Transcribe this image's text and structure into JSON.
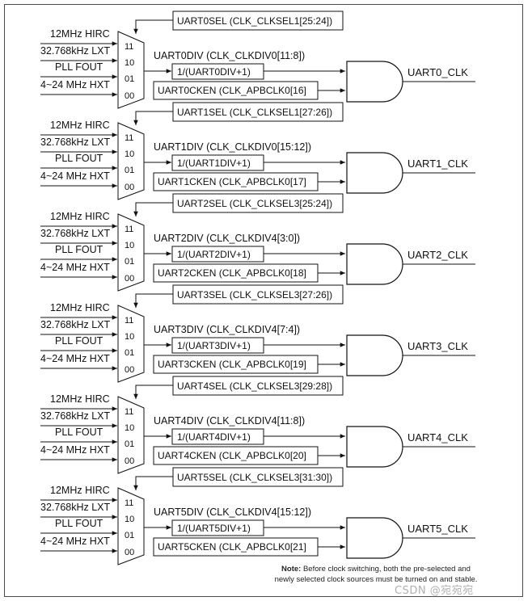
{
  "inputs": [
    "12MHz HIRC",
    "32.768kHz LXT",
    "PLL FOUT",
    "4~24 MHz HXT"
  ],
  "mux_codes": [
    "11",
    "10",
    "01",
    "00"
  ],
  "channels": [
    {
      "sel_label": "UART0SEL (CLK_CLKSEL1[25:24])",
      "div_title": "UART0DIV (CLK_CLKDIV0[11:8])",
      "div_box": "1/(UART0DIV+1)",
      "cken": "UART0CKEN (CLK_APBCLK0[16]",
      "output": "UART0_CLK"
    },
    {
      "sel_label": "UART1SEL (CLK_CLKSEL1[27:26])",
      "div_title": "UART1DIV (CLK_CLKDIV0[15:12])",
      "div_box": "1/(UART1DIV+1)",
      "cken": "UART1CKEN (CLK_APBCLK0[17]",
      "output": "UART1_CLK"
    },
    {
      "sel_label": "UART2SEL (CLK_CLKSEL3[25:24])",
      "div_title": "UART2DIV (CLK_CLKDIV4[3:0])",
      "div_box": "1/(UART2DIV+1)",
      "cken": "UART2CKEN (CLK_APBCLK0[18]",
      "output": "UART2_CLK"
    },
    {
      "sel_label": "UART3SEL (CLK_CLKSEL3[27:26])",
      "div_title": "UART3DIV (CLK_CLKDIV4[7:4])",
      "div_box": "1/(UART3DIV+1)",
      "cken": "UART3CKEN (CLK_APBCLK0[19]",
      "output": "UART3_CLK"
    },
    {
      "sel_label": "UART4SEL (CLK_CLKSEL3[29:28])",
      "div_title": "UART4DIV (CLK_CLKDIV4[11:8])",
      "div_box": "1/(UART4DIV+1)",
      "cken": "UART4CKEN (CLK_APBCLK0[20]",
      "output": "UART4_CLK"
    },
    {
      "sel_label": "UART5SEL (CLK_CLKSEL3[31:30])",
      "div_title": "UART5DIV (CLK_CLKDIV4[15:12])",
      "div_box": "1/(UART5DIV+1)",
      "cken": "UART5CKEN (CLK_APBCLK0[21]",
      "output": "UART5_CLK"
    }
  ],
  "note": {
    "label": "Note:",
    "line1": "Before clock switching, both the pre-selected and",
    "line2": "newly selected clock sources must be turned on and stable."
  },
  "watermark": "CSDN @宛宛宛"
}
